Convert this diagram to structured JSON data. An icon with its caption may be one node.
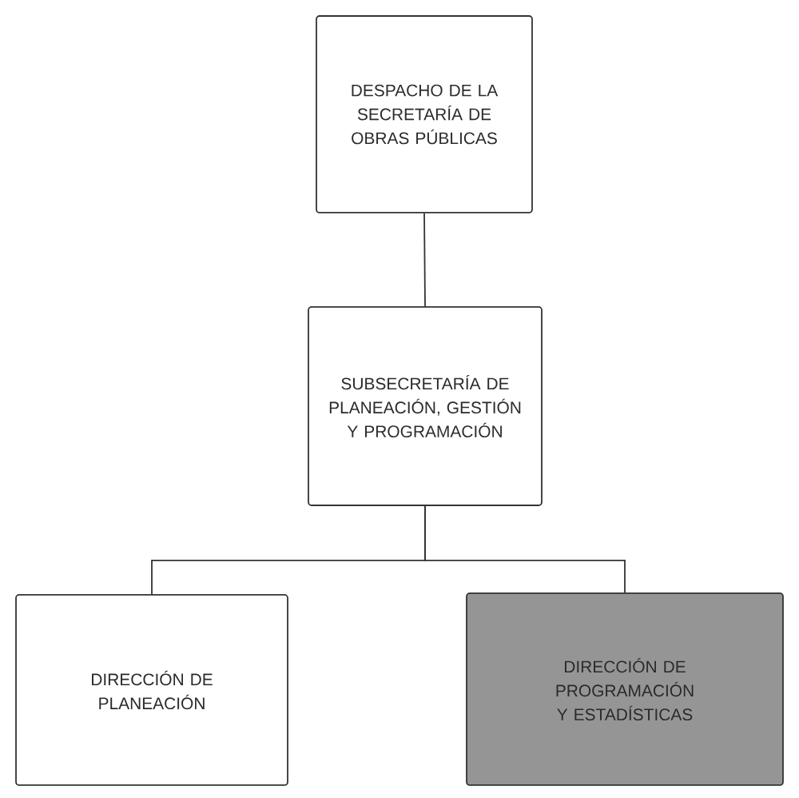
{
  "diagram": {
    "nodes": [
      {
        "text": [
          "DESPACHO DE LA SECRETARÍA DE OBRAS PÚBLICAS"
        ]
      },
      {
        "text": [
          "SUBSECRETARÍA DE PLANEACIÓN, GESTIÓN Y PROGRAMACIÓN"
        ]
      },
      {
        "text": [
          "DIRECCIÓN DE PLANEACIÓN"
        ]
      },
      {
        "text": [
          "DIRECCIÓN DE PROGRAMACIÓN Y ESTADÍSTICAS"
        ]
      }
    ],
    "edges": [
      {
        "from": 0,
        "to": 1,
        "arrow": "none"
      },
      {
        "from": 1,
        "to": 2,
        "arrow": "none"
      },
      {
        "from": 1,
        "to": 3,
        "arrow": "none"
      }
    ]
  }
}
